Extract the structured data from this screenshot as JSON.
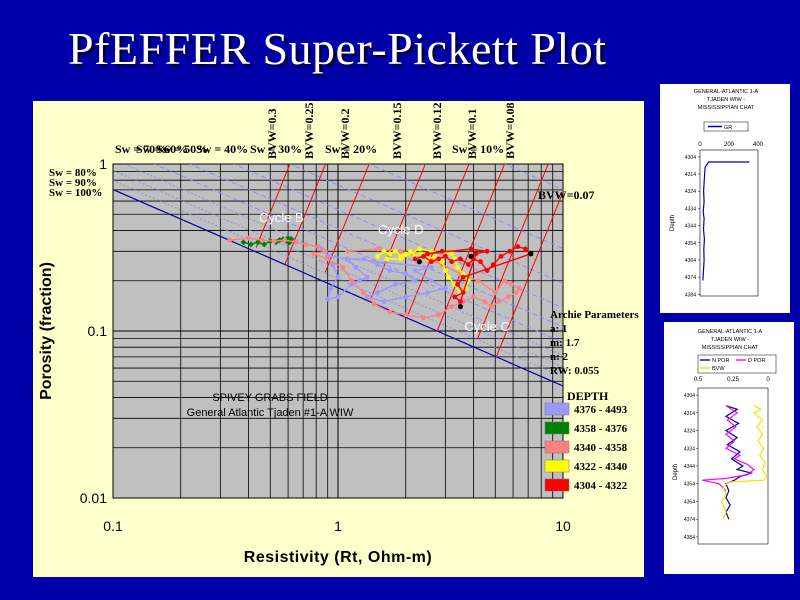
{
  "slide": {
    "title": "PfEFFER Super-Pickett Plot"
  },
  "chart_data": [
    {
      "type": "scatter",
      "xscale": "log",
      "yscale": "log",
      "xlim": [
        0.1,
        10
      ],
      "ylim": [
        0.01,
        1
      ],
      "xticks": [
        "0.1",
        "1",
        "10"
      ],
      "yticks": [
        "1",
        "0.1",
        "0.01"
      ],
      "xlabel": "Resistivity (Rt, Ohm-m)",
      "ylabel": "Porosity (fraction)",
      "grid": true,
      "archie": {
        "title": "Archie Parameters",
        "a_label": "a: 1",
        "m_label": "m: 1.7",
        "n_label": "n: 2",
        "rw_label": "RW: 0.055",
        "a": 1,
        "m": 1.7,
        "n": 2,
        "rw": 0.055
      },
      "sw_lines": [
        {
          "label": "Sw = 70%",
          "sw": 0.7
        },
        {
          "label": "Sw = 60%",
          "sw": 0.6
        },
        {
          "label": "Sw = 50%",
          "sw": 0.5
        },
        {
          "label": "Sw = 40%",
          "sw": 0.4
        },
        {
          "label": "Sw = 30%",
          "sw": 0.3
        },
        {
          "label": "Sw = 20%",
          "sw": 0.2
        },
        {
          "label": "Sw = 10%",
          "sw": 0.1
        },
        {
          "label": "Sw = 80%",
          "sw": 0.8
        },
        {
          "label": "Sw = 90%",
          "sw": 0.9
        },
        {
          "label": "Sw = 100%",
          "sw": 1.0
        }
      ],
      "bvw_lines": [
        {
          "label": "BVW=0.3",
          "bvw": 0.3
        },
        {
          "label": "BVW=0.25",
          "bvw": 0.25
        },
        {
          "label": "BVW=0.2",
          "bvw": 0.2
        },
        {
          "label": "BVW=0.15",
          "bvw": 0.15
        },
        {
          "label": "BVW=0.12",
          "bvw": 0.12
        },
        {
          "label": "BVW=0.1",
          "bvw": 0.1
        },
        {
          "label": "BVW=0.08",
          "bvw": 0.08
        },
        {
          "label": "BVW=0.07",
          "bvw": 0.07
        }
      ],
      "annotations": [
        {
          "text": "Cycle B",
          "x": 0.56,
          "y": 0.45
        },
        {
          "text": "Cycle D",
          "x": 1.9,
          "y": 0.38
        },
        {
          "text": "Cycle C",
          "x": 4.6,
          "y": 0.1
        }
      ],
      "field_label": "SPIVEY GRABS FIELD",
      "well_label": "General Atlantic Tjaden #1-A WIW",
      "legend_title": "DEPTH",
      "legend_position": "right",
      "series": [
        {
          "name": "4376 - 4493",
          "color": "#9999ff",
          "points": [
            [
              0.85,
              0.31
            ],
            [
              0.95,
              0.25
            ],
            [
              1.0,
              0.21
            ],
            [
              0.93,
              0.18
            ],
            [
              0.9,
              0.155
            ],
            [
              1.0,
              0.16
            ],
            [
              1.15,
              0.19
            ],
            [
              1.25,
              0.2
            ],
            [
              1.35,
              0.21
            ],
            [
              1.2,
              0.24
            ],
            [
              1.1,
              0.27
            ],
            [
              1.3,
              0.27
            ],
            [
              1.5,
              0.25
            ],
            [
              1.7,
              0.23
            ],
            [
              2.0,
              0.22
            ],
            [
              2.2,
              0.2
            ],
            [
              1.8,
              0.19
            ],
            [
              1.5,
              0.17
            ],
            [
              1.35,
              0.16
            ],
            [
              1.6,
              0.15
            ],
            [
              2.0,
              0.16
            ],
            [
              2.5,
              0.17
            ],
            [
              3.0,
              0.18
            ],
            [
              2.6,
              0.2
            ],
            [
              2.2,
              0.23
            ],
            [
              2.6,
              0.24
            ],
            [
              0.9,
              0.28
            ]
          ]
        },
        {
          "name": "4358 - 4376",
          "color": "#008000",
          "points": [
            [
              0.38,
              0.34
            ],
            [
              0.41,
              0.33
            ],
            [
              0.44,
              0.34
            ],
            [
              0.47,
              0.33
            ],
            [
              0.5,
              0.345
            ],
            [
              0.53,
              0.34
            ],
            [
              0.55,
              0.35
            ],
            [
              0.57,
              0.355
            ],
            [
              0.6,
              0.36
            ],
            [
              0.62,
              0.355
            ],
            [
              0.59,
              0.345
            ],
            [
              0.61,
              0.34
            ]
          ]
        },
        {
          "name": "4340 - 4358",
          "color": "#ff8080",
          "points": [
            [
              0.33,
              0.35
            ],
            [
              0.4,
              0.36
            ],
            [
              0.46,
              0.35
            ],
            [
              0.52,
              0.345
            ],
            [
              0.58,
              0.35
            ],
            [
              0.65,
              0.34
            ],
            [
              0.72,
              0.33
            ],
            [
              0.82,
              0.32
            ],
            [
              0.88,
              0.3
            ],
            [
              0.78,
              0.29
            ],
            [
              0.9,
              0.27
            ],
            [
              1.05,
              0.24
            ],
            [
              1.15,
              0.2
            ],
            [
              1.3,
              0.17
            ],
            [
              1.45,
              0.145
            ],
            [
              1.7,
              0.13
            ],
            [
              2.0,
              0.125
            ],
            [
              2.4,
              0.12
            ],
            [
              2.8,
              0.125
            ],
            [
              3.2,
              0.14
            ],
            [
              3.6,
              0.15
            ],
            [
              4.0,
              0.16
            ],
            [
              4.5,
              0.15
            ],
            [
              4.8,
              0.14
            ],
            [
              5.2,
              0.15
            ],
            [
              5.7,
              0.16
            ],
            [
              6.2,
              0.17
            ],
            [
              6.4,
              0.18
            ],
            [
              5.9,
              0.19
            ],
            [
              5.5,
              0.2
            ],
            [
              5.0,
              0.17
            ],
            [
              4.2,
              0.2
            ],
            [
              3.5,
              0.22
            ],
            [
              2.9,
              0.25
            ],
            [
              2.5,
              0.27
            ],
            [
              1.9,
              0.3
            ],
            [
              1.5,
              0.31
            ],
            [
              1.1,
              0.3
            ]
          ]
        },
        {
          "name": "4322 - 4340",
          "color": "#ffff00",
          "points": [
            [
              1.5,
              0.28
            ],
            [
              1.6,
              0.3
            ],
            [
              1.7,
              0.29
            ],
            [
              1.8,
              0.3
            ],
            [
              1.9,
              0.28
            ],
            [
              2.0,
              0.29
            ],
            [
              2.1,
              0.3
            ],
            [
              2.2,
              0.28
            ],
            [
              2.35,
              0.29
            ],
            [
              2.5,
              0.27
            ],
            [
              2.7,
              0.28
            ],
            [
              2.9,
              0.26
            ],
            [
              3.0,
              0.23
            ],
            [
              3.1,
              0.21
            ],
            [
              3.3,
              0.19
            ],
            [
              3.5,
              0.17
            ],
            [
              3.7,
              0.18
            ],
            [
              3.8,
              0.2
            ],
            [
              3.6,
              0.22
            ],
            [
              3.4,
              0.24
            ],
            [
              3.3,
              0.27
            ],
            [
              3.2,
              0.29
            ],
            [
              2.6,
              0.3
            ],
            [
              2.3,
              0.31
            ],
            [
              1.9,
              0.27
            ],
            [
              1.65,
              0.27
            ]
          ]
        },
        {
          "name": "4304 - 4322",
          "color": "#ff0000",
          "points": [
            [
              2.2,
              0.27
            ],
            [
              2.4,
              0.28
            ],
            [
              2.6,
              0.26
            ],
            [
              2.8,
              0.27
            ],
            [
              3.0,
              0.28
            ],
            [
              3.2,
              0.26
            ],
            [
              3.5,
              0.27
            ],
            [
              3.8,
              0.25
            ],
            [
              4.0,
              0.27
            ],
            [
              4.3,
              0.26
            ],
            [
              4.6,
              0.23
            ],
            [
              4.9,
              0.25
            ],
            [
              5.3,
              0.28
            ],
            [
              5.8,
              0.3
            ],
            [
              6.3,
              0.32
            ],
            [
              6.8,
              0.31
            ],
            [
              7.2,
              0.29
            ],
            [
              3.6,
              0.21
            ],
            [
              3.4,
              0.19
            ],
            [
              3.6,
              0.17
            ],
            [
              3.3,
              0.16
            ],
            [
              3.5,
              0.15
            ],
            [
              4.1,
              0.29
            ],
            [
              4.6,
              0.3
            ],
            [
              3.9,
              0.31
            ],
            [
              2.5,
              0.29
            ],
            [
              2.9,
              0.3
            ]
          ]
        }
      ],
      "marker_points": [
        [
          2.3,
          0.26
        ],
        [
          3.5,
          0.14
        ],
        [
          7.2,
          0.29
        ],
        [
          3.9,
          0.28
        ]
      ]
    },
    {
      "type": "line",
      "title": "GENERAL-ATLANTIC 1-A TJADEN WIW - MISSISSIPPIAN CHAT",
      "title_lines": [
        "GENERAL-ATLANTIC 1-A",
        "TJADEN WIW -",
        "MISSISSIPPIAN CHAT"
      ],
      "legend": [
        "GR"
      ],
      "xlim": [
        0,
        400
      ],
      "xticks": [
        "0",
        "200",
        "400"
      ],
      "ylabel": "Depth",
      "ylim": [
        4300,
        4385
      ],
      "yticks": [
        "4304",
        "4314",
        "4324",
        "4334",
        "4344",
        "4354",
        "4364",
        "4374",
        "4384"
      ],
      "series": [
        {
          "name": "GR",
          "color": "#0000aa",
          "points": [
            [
              340,
              4307
            ],
            [
              60,
              4307
            ],
            [
              35,
              4310
            ],
            [
              30,
              4316
            ],
            [
              25,
              4324
            ],
            [
              28,
              4330
            ],
            [
              22,
              4336
            ],
            [
              28,
              4340
            ],
            [
              24,
              4346
            ],
            [
              30,
              4352
            ],
            [
              26,
              4358
            ],
            [
              28,
              4364
            ],
            [
              24,
              4370
            ],
            [
              20,
              4376
            ]
          ]
        }
      ]
    },
    {
      "type": "line",
      "title": "GENERAL-ATLANTIC 1-A TJADEN WIW - MISSISSIPPIAN CHAT",
      "title_lines": [
        "GENERAL-ATLANTIC 1-A",
        "TJADEN WIW -",
        "MISSISSIPPIAN CHAT"
      ],
      "legend": [
        "N POR",
        "D POR",
        "BVW"
      ],
      "xlim": [
        0.5,
        0
      ],
      "xticks": [
        "0.5",
        "0.25",
        "0"
      ],
      "ylabel": "Depth",
      "ylim": [
        4300,
        4388
      ],
      "yticks": [
        "4304",
        "4314",
        "4324",
        "4334",
        "4344",
        "4354",
        "4364",
        "4374",
        "4384"
      ],
      "series": [
        {
          "name": "N POR",
          "color": "#0000aa",
          "points": [
            [
              0.3,
              4310
            ],
            [
              0.22,
              4312
            ],
            [
              0.3,
              4316
            ],
            [
              0.21,
              4320
            ],
            [
              0.3,
              4324
            ],
            [
              0.22,
              4328
            ],
            [
              0.29,
              4332
            ],
            [
              0.2,
              4336
            ],
            [
              0.26,
              4340
            ],
            [
              0.18,
              4344
            ],
            [
              0.22,
              4346
            ],
            [
              0.12,
              4348
            ],
            [
              0.2,
              4350
            ],
            [
              0.24,
              4352
            ],
            [
              0.3,
              4354
            ],
            [
              0.28,
              4358
            ],
            [
              0.3,
              4362
            ],
            [
              0.27,
              4366
            ],
            [
              0.3,
              4370
            ],
            [
              0.28,
              4374
            ]
          ]
        },
        {
          "name": "D POR",
          "color": "#ff00ff",
          "points": [
            [
              0.3,
              4310
            ],
            [
              0.22,
              4314
            ],
            [
              0.29,
              4318
            ],
            [
              0.23,
              4322
            ],
            [
              0.3,
              4326
            ],
            [
              0.24,
              4330
            ],
            [
              0.3,
              4334
            ],
            [
              0.2,
              4338
            ],
            [
              0.24,
              4340
            ],
            [
              0.15,
              4343
            ],
            [
              0.1,
              4346
            ],
            [
              0.15,
              4349
            ],
            [
              0.3,
              4351
            ],
            [
              0.47,
              4352
            ],
            [
              0.35,
              4354
            ],
            [
              0.3,
              4358
            ]
          ]
        },
        {
          "name": "BVW",
          "color": "#ffdd00",
          "points": [
            [
              0.1,
              4310
            ],
            [
              0.05,
              4312
            ],
            [
              0.1,
              4314
            ],
            [
              0.04,
              4318
            ],
            [
              0.08,
              4322
            ],
            [
              0.04,
              4326
            ],
            [
              0.07,
              4330
            ],
            [
              0.03,
              4334
            ],
            [
              0.06,
              4338
            ],
            [
              0.02,
              4342
            ],
            [
              0.04,
              4346
            ],
            [
              0.01,
              4350
            ],
            [
              0.03,
              4352
            ],
            [
              0.28,
              4353
            ],
            [
              0.32,
              4356
            ],
            [
              0.3,
              4360
            ],
            [
              0.33,
              4364
            ],
            [
              0.3,
              4370
            ],
            [
              0.32,
              4374
            ]
          ]
        }
      ]
    }
  ]
}
